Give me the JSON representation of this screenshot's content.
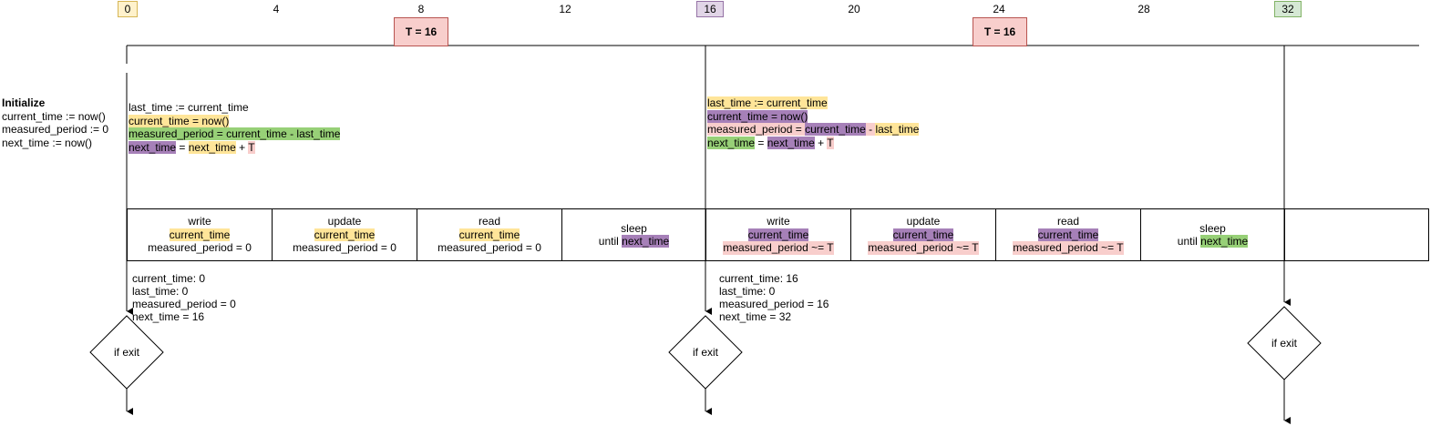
{
  "ticks": [
    "0",
    "4",
    "8",
    "12",
    "16",
    "20",
    "24",
    "28",
    "32"
  ],
  "tick_styles": {
    "0": {
      "border": "#d6b656",
      "bg": "#fff2cc"
    },
    "16": {
      "border": "#9673a6",
      "bg": "#e1d5e7"
    },
    "32": {
      "border": "#82b366",
      "bg": "#d5e8d4"
    }
  },
  "period_label": "T = 16",
  "init": {
    "title": "Initialize",
    "lines": [
      "current_time := now()",
      "measured_period := 0",
      "next_time := now()"
    ]
  },
  "update_block_1": {
    "line1": "last_time := current_time",
    "line2": "current_time = now()",
    "line3": "measured_period = current_time - last_time",
    "line4_a": "next_time",
    "line4_b": " = ",
    "line4_c": "next_time",
    "line4_d": " + ",
    "line4_e": "T"
  },
  "update_block_2": {
    "line1": "last_time := current_time",
    "line2": "current_time = now()",
    "line3_a": "measured_period = ",
    "line3_b": "current_time",
    "line3_c": " - ",
    "line3_d": "last_time",
    "line4_a": "next_time",
    "line4_b": " = ",
    "line4_c": "next_time",
    "line4_d": " + ",
    "line4_e": "T"
  },
  "cycle_1": [
    {
      "op": "write",
      "var": "current_time",
      "meta": "measured_period = 0"
    },
    {
      "op": "update",
      "var": "current_time",
      "meta": "measured_period = 0"
    },
    {
      "op": "read",
      "var": "current_time",
      "meta": "measured_period = 0"
    },
    {
      "op": "sleep",
      "until": "until ",
      "var": "next_time"
    }
  ],
  "cycle_2": [
    {
      "op": "write",
      "var": "current_time",
      "meta": "measured_period ~= T"
    },
    {
      "op": "update",
      "var": "current_time",
      "meta": "measured_period ~= T"
    },
    {
      "op": "read",
      "var": "current_time",
      "meta": "measured_period ~= T"
    },
    {
      "op": "sleep",
      "until": "until ",
      "var": "next_time"
    }
  ],
  "state_1": [
    "current_time: 0",
    "last_time: 0",
    "measured_period = 0",
    "next_time = 16"
  ],
  "state_2": [
    "current_time: 16",
    "last_time: 0",
    "measured_period = 16",
    "next_time = 32"
  ],
  "exit_label": "if exit"
}
